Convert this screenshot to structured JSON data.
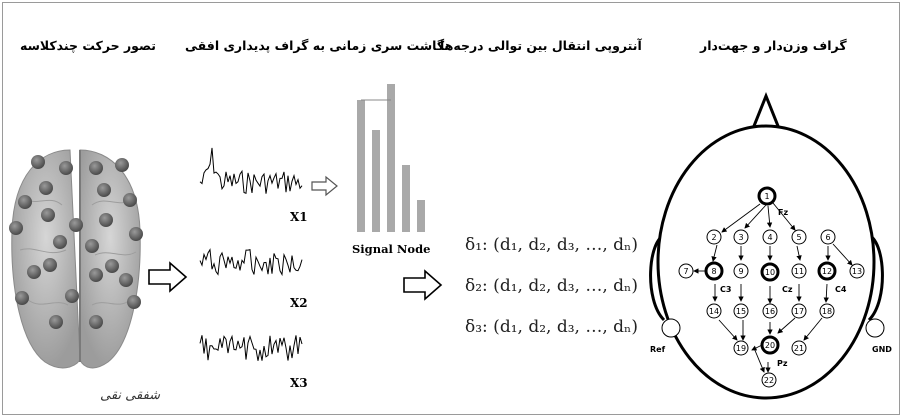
{
  "headings": {
    "multiclass": "تصور حرکت چندکلاسه",
    "mapping": "نگاشت سری زمانی به گراف پدیداری افقی",
    "entropy": "آنتروپی انتقال بین توالی درجه‌ها",
    "weighted_graph": "گراف وزن‌دار و جهت‌دار"
  },
  "signals": {
    "x1": "X1",
    "x2": "X2",
    "x3": "X3"
  },
  "signal_node_label": "Signal Node",
  "equations": [
    "δ₁: (d₁, d₂, d₃, …, dₙ)",
    "δ₂: (d₁, d₂, d₃, …, dₙ)",
    "δ₃: (d₁, d₂, d₃, …, dₙ)"
  ],
  "head": {
    "nodes": {
      "n1": "1",
      "n2": "2",
      "n3": "3",
      "n4": "4",
      "n5": "5",
      "n6": "6",
      "n7": "7",
      "n8": "8",
      "n9": "9",
      "n10": "10",
      "n11": "11",
      "n12": "12",
      "n13": "13",
      "n14": "14",
      "n15": "15",
      "n16": "16",
      "n17": "17",
      "n18": "18",
      "n19": "19",
      "n20": "20",
      "n21": "21",
      "n22": "22"
    },
    "labels": {
      "fz": "Fz",
      "c3": "C3",
      "cz": "Cz",
      "c4": "C4",
      "pz": "Pz",
      "ref": "Ref",
      "gnd": "GND"
    }
  },
  "signature": "شفقی نقی",
  "colors": {
    "bar": "#a9a9a9",
    "brain": "#b7b7b7",
    "electrode": "#6b6b6b"
  }
}
